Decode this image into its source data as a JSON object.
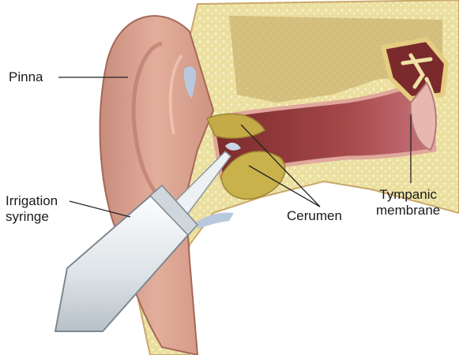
{
  "labels": {
    "pinna": "Pinna",
    "irrigation_line1": "Irrigation",
    "irrigation_line2": "syringe",
    "cerumen": "Cerumen",
    "tympanic_line1": "Tympanic",
    "tympanic_line2": "membrane"
  },
  "colors": {
    "skin": "#d9a08c",
    "skin_dark": "#b9736a",
    "bone": "#e9dc9a",
    "canal": "#9b3d3a",
    "cerumen": "#c9b24c",
    "syringe": "#e8ecef",
    "leader_line": "#222222"
  }
}
